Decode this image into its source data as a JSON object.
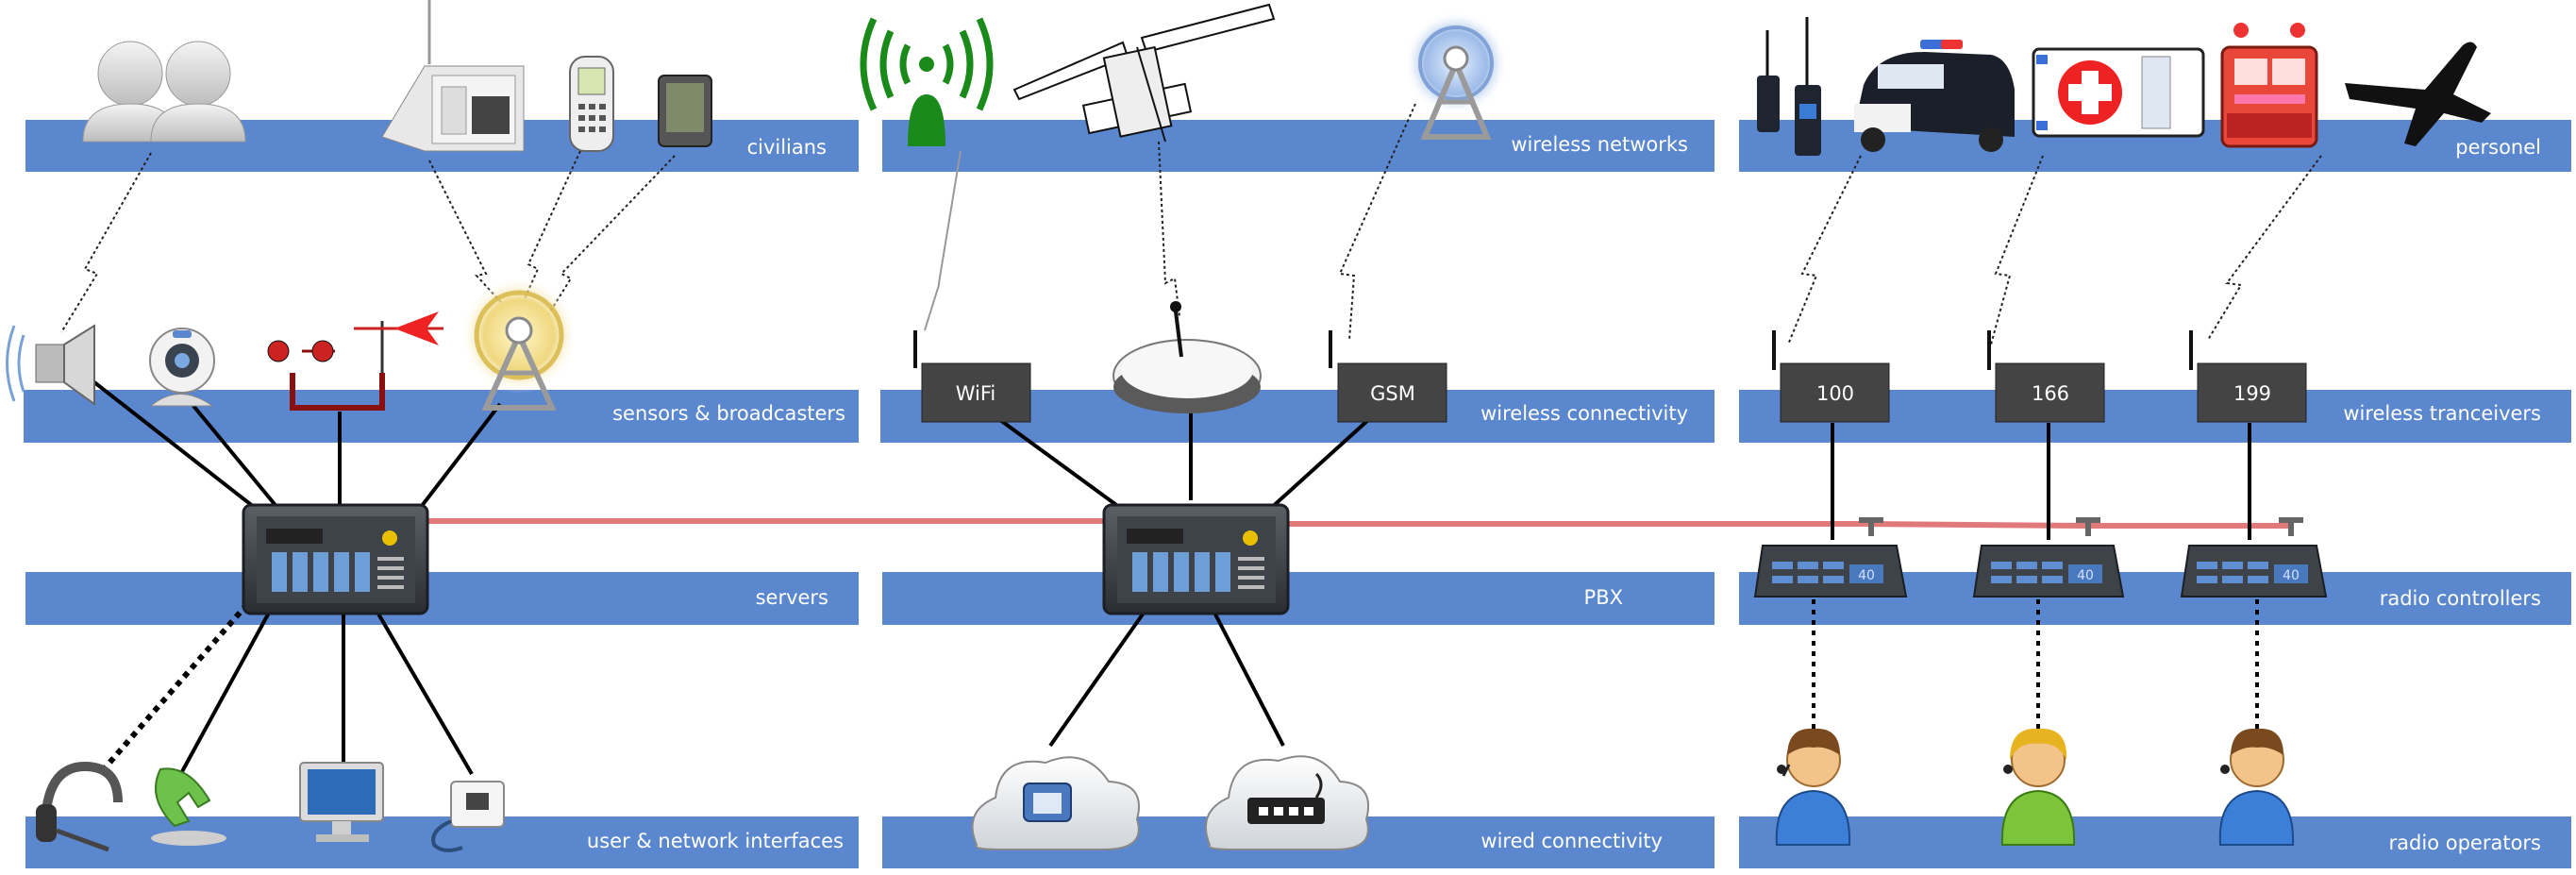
{
  "bands": {
    "civilians": "civilians",
    "sensors": "sensors & broadcasters",
    "servers": "servers",
    "interfaces": "user & network interfaces",
    "wireless_networks": "wireless networks",
    "wireless_connectivity": "wireless connectivity",
    "pbx": "PBX",
    "wired_connectivity": "wired connectivity",
    "personel": "personel",
    "wireless_tranceivers": "wireless tranceivers",
    "radio_controllers": "radio controllers",
    "radio_operators": "radio operators"
  },
  "devices": {
    "wifi": "WiFi",
    "gsm": "GSM",
    "tranceiver_1": "100",
    "tranceiver_2": "166",
    "tranceiver_3": "199",
    "controller_display": "40"
  },
  "colors": {
    "band": "#5b87cf",
    "device_box": "#444444",
    "trunk_line": "#e07a7a",
    "link": "#000000",
    "antenna_green": "#1a8a1a",
    "alert_red": "#ee2222"
  },
  "icons": {
    "civilians": [
      "users-icon",
      "radio-receiver-icon",
      "mobile-phone-icon",
      "pda-icon"
    ],
    "sensors": [
      "loudspeaker-icon",
      "webcam-icon",
      "wind-vane-icon",
      "broadcast-tower-icon"
    ],
    "wireless_networks": [
      "wifi-antenna-icon",
      "satellite-icon",
      "cell-tower-icon"
    ],
    "personel": [
      "walkie-talkie-icon",
      "police-car-icon",
      "ambulance-icon",
      "fire-truck-icon",
      "airplane-icon"
    ],
    "interfaces": [
      "headset-icon",
      "phone-icon",
      "monitor-icon",
      "network-socket-icon"
    ],
    "wired": [
      "telephone-cloud-icon",
      "network-switch-cloud-icon"
    ]
  }
}
